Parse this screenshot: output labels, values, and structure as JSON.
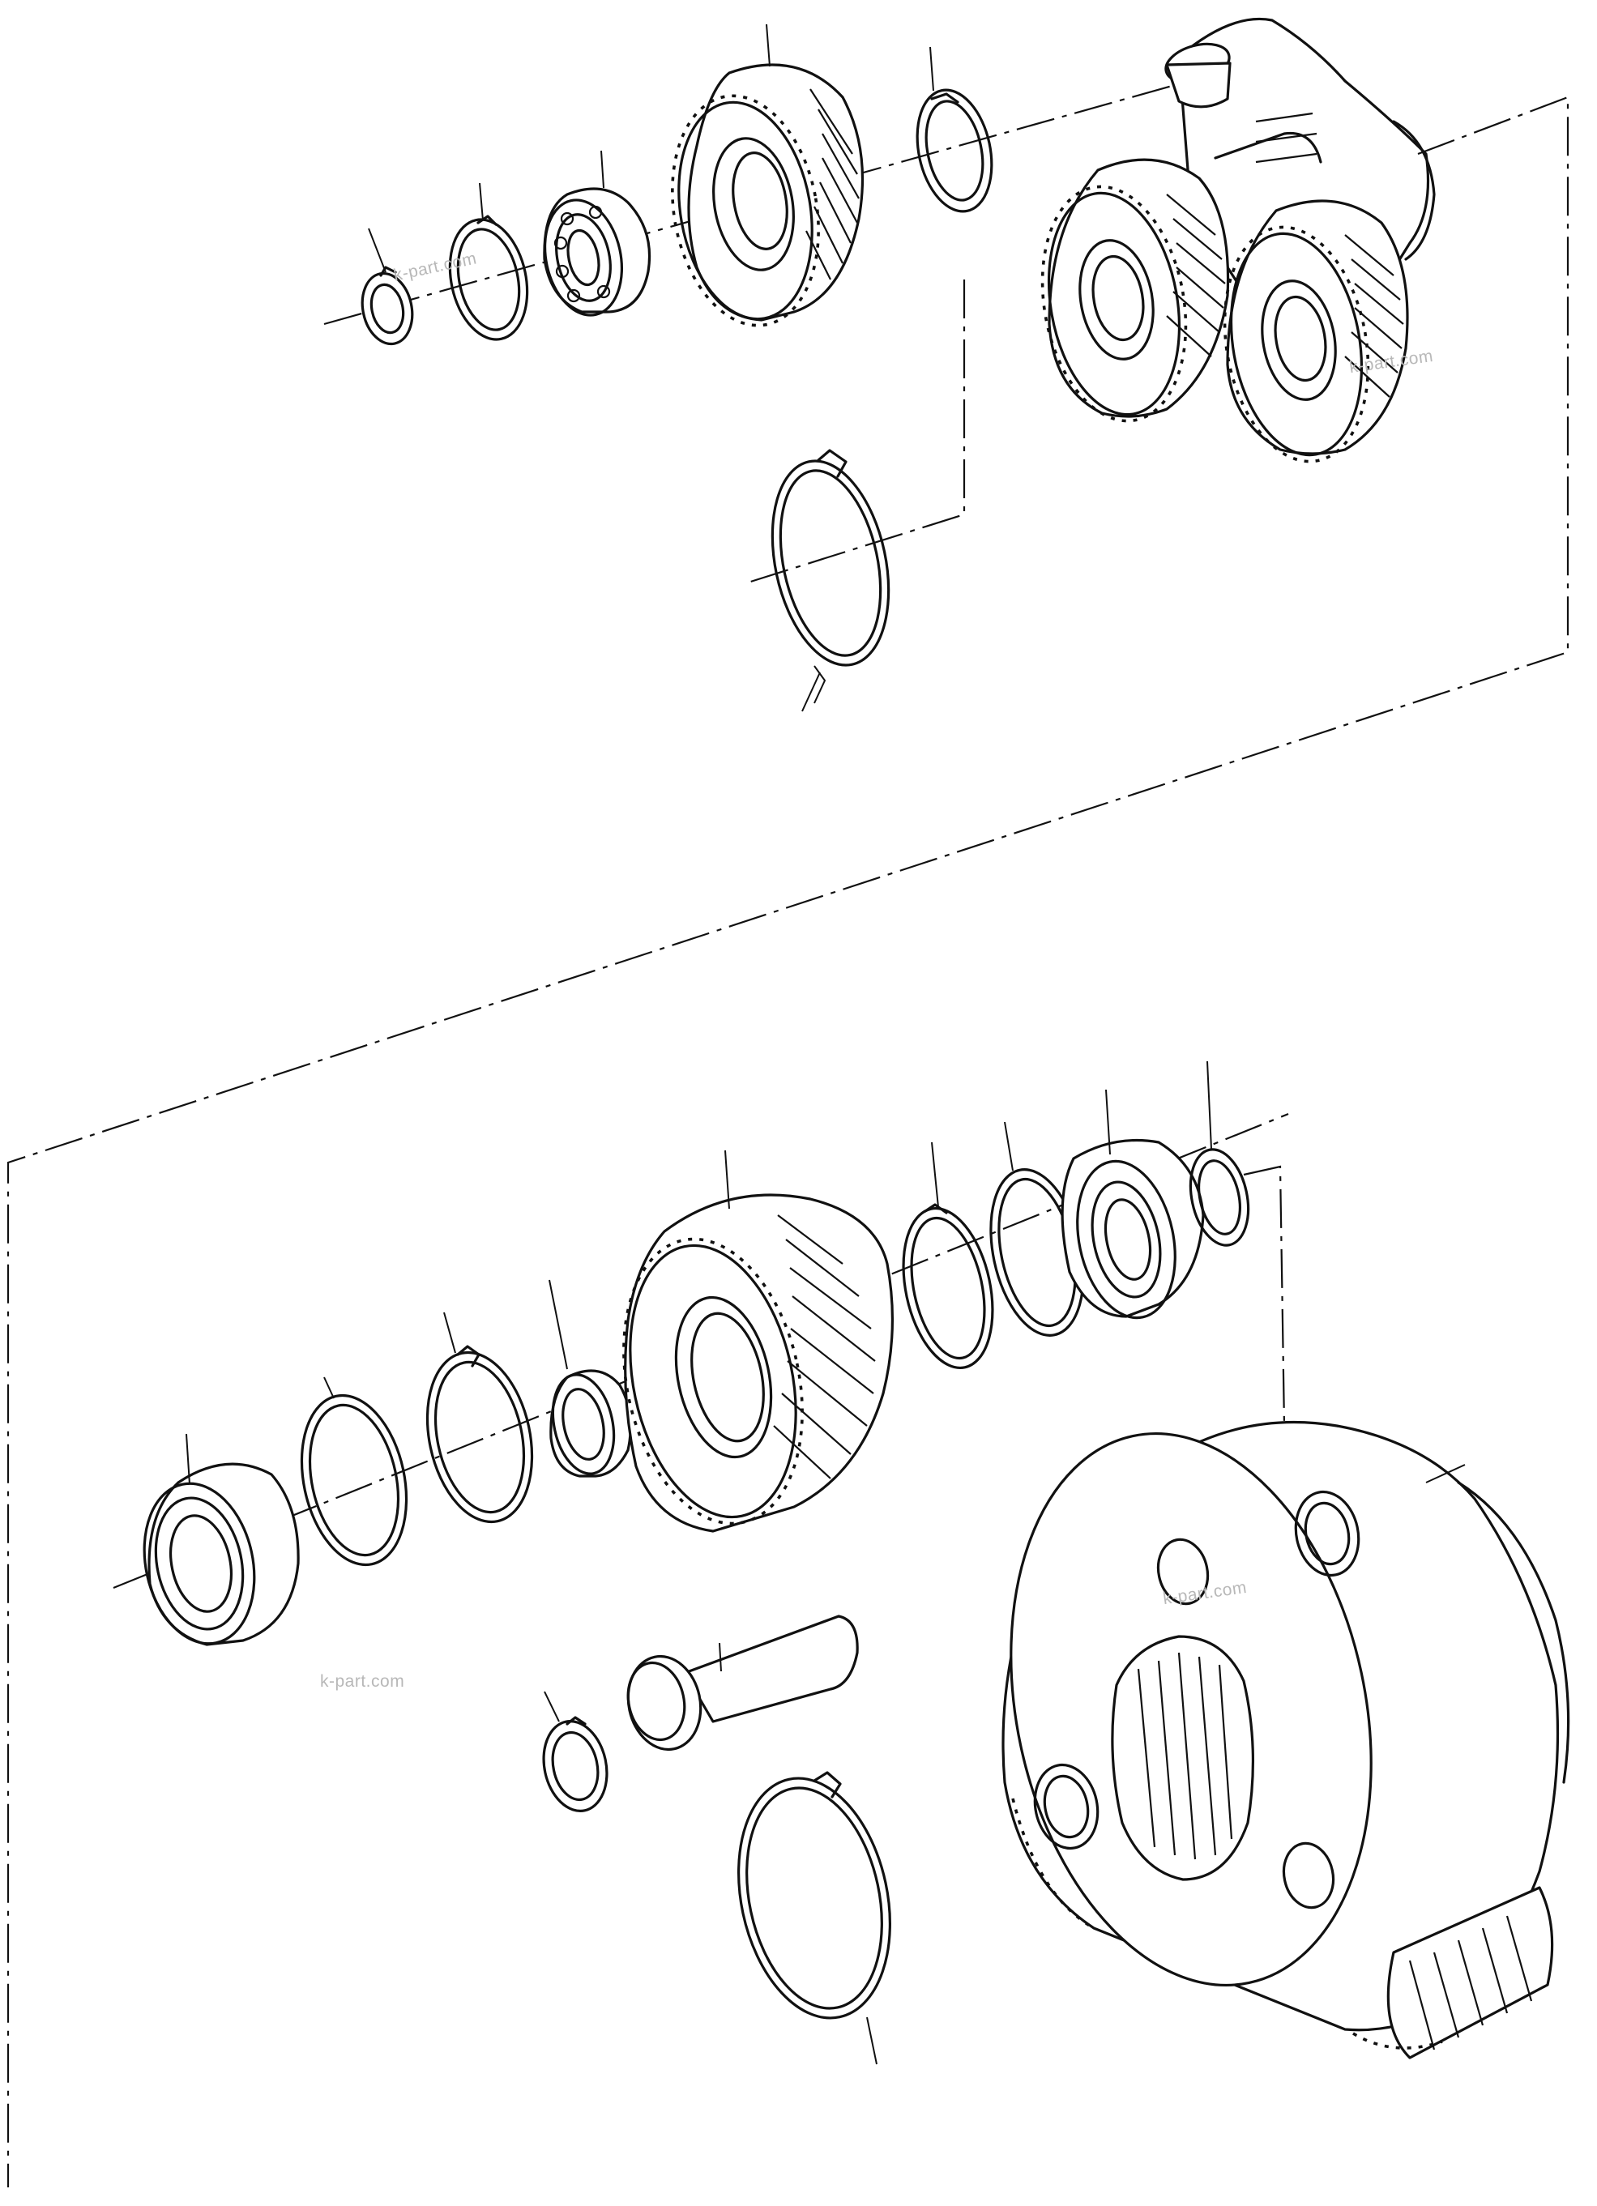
{
  "watermarks": [
    {
      "id": "wm-1",
      "text": "k-part.com"
    },
    {
      "id": "wm-2",
      "text": "k-part.com"
    },
    {
      "id": "wm-3",
      "text": "k-part.com"
    },
    {
      "id": "wm-4",
      "text": "k-part.com"
    }
  ]
}
